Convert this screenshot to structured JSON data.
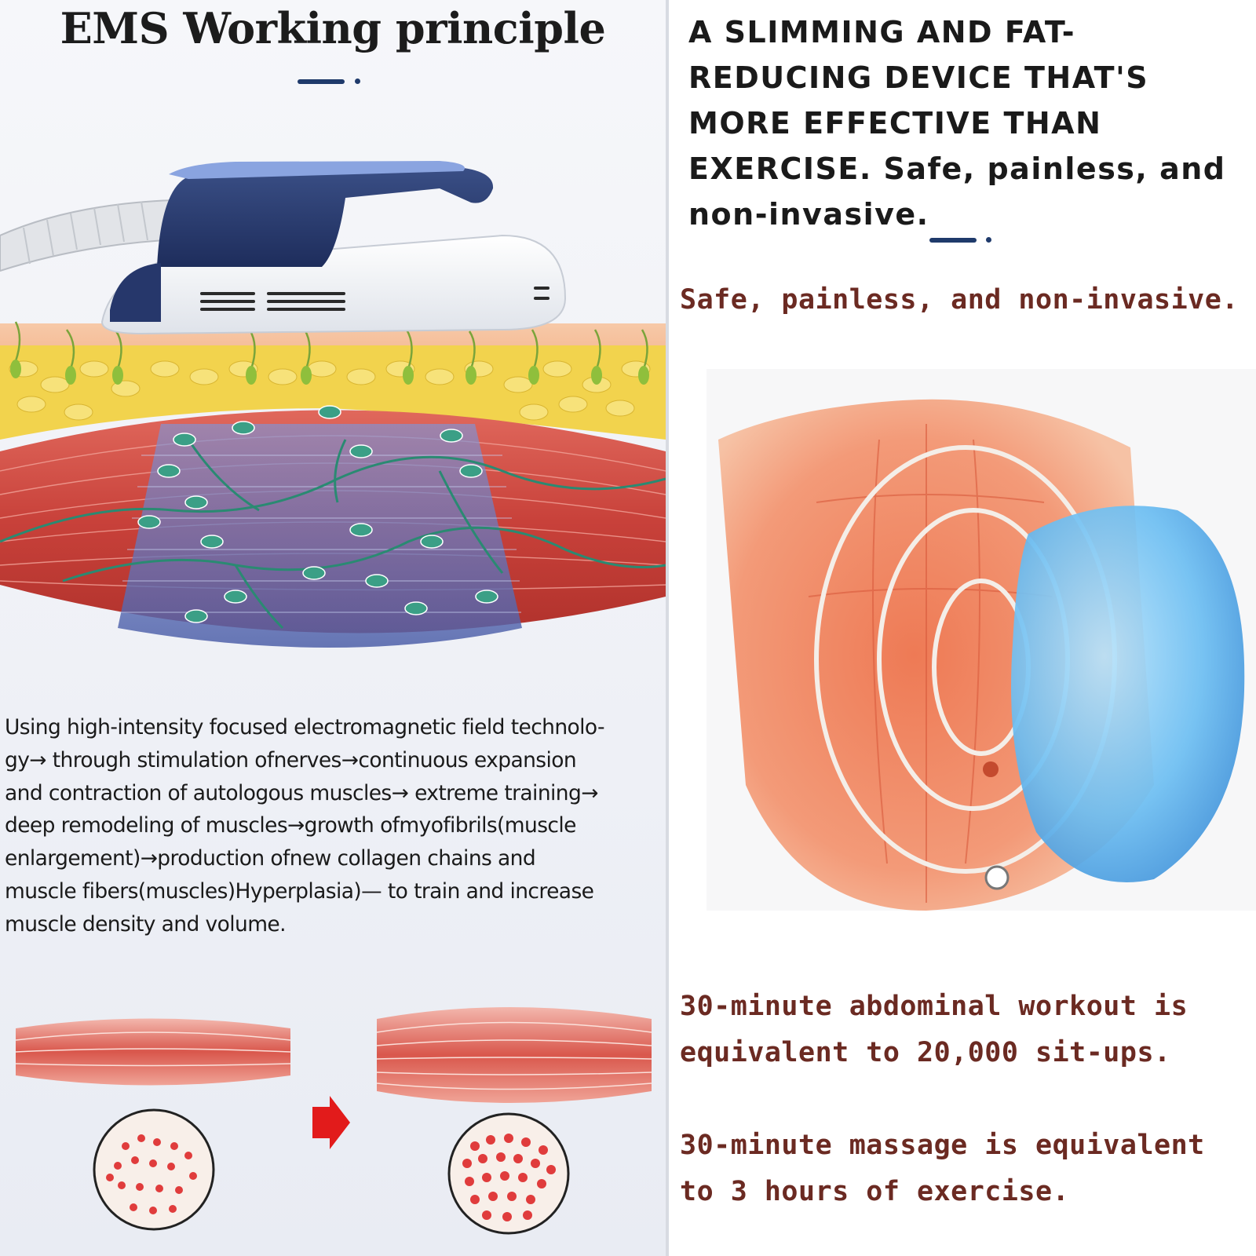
{
  "left": {
    "title": "EMS Working principle",
    "principle_text": "Using high-intensity focused electromagnetic field technolo-\ngy→ through stimulation ofnerves→continuous expansion\nand contraction of autologous muscles→ extreme training→\ndeep remodeling of muscles→growth ofmyofibrils(muscle\nenlargement)→production ofnew collagen chains and\nmuscle fibers(muscles)Hyperplasia)— to train and increase\nmuscle density and volume."
  },
  "right": {
    "headline": "A SLIMMING AND FAT-REDUCING DEVICE THAT'S MORE EFFECTIVE THAN EXERCISE. Safe, painless, and non-invasive.",
    "highlight": "Safe, painless, and non-invasive.",
    "claims": [
      "30-minute abdominal workout is equivalent to 20,000 sit-ups.",
      "30-minute massage is equivalent to 3 hours of exercise."
    ]
  },
  "colors": {
    "navy_accent": "#1f3a6b",
    "claim_brown": "#6b2a22",
    "muscle_red": "#c8413a",
    "fat_yellow": "#f2d34d",
    "nerve_green": "#7aa43a",
    "field_blue": "#5a6fb8",
    "arrow_red": "#e21b1b"
  }
}
